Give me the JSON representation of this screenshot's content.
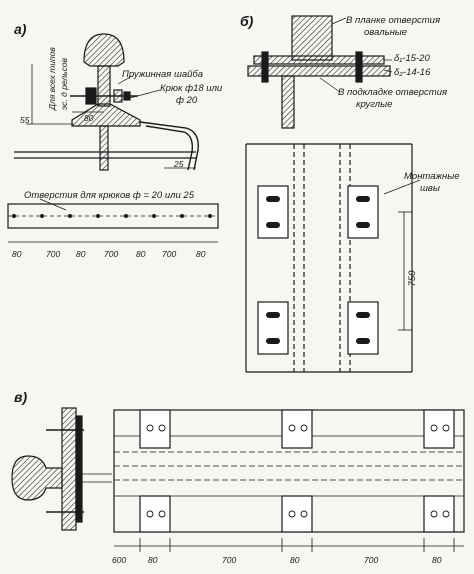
{
  "panels": {
    "a": "а)",
    "b": "б)",
    "v": "в)"
  },
  "panel_a": {
    "weight_label_line1": "Для всех типов",
    "weight_label_line2": "эс. д рельсов",
    "spring_washer": "Пружинная шайба",
    "hook_line1": "Крюк ф18 или",
    "hook_line2": "ф 20",
    "dim_55": "55",
    "dim_80": "80",
    "dim_25": "25",
    "holes_note": "Отверстия для крюков ф = 20 или 25",
    "spacing": [
      "80",
      "700",
      "80",
      "700",
      "80",
      "700",
      "80"
    ]
  },
  "panel_b": {
    "plate_holes_line1": "В планке отверстия",
    "plate_holes_line2": "овальные",
    "delta1": "δ₁-15-20",
    "delta2": "δ₂-14-16",
    "pad_holes_line1": "В подкладке отверстия",
    "pad_holes_line2": "круглые",
    "welds_line1": "Монтажные",
    "welds_line2": "швы",
    "dim_750": "~750"
  },
  "panel_v": {
    "spacing": [
      "600",
      "80",
      "700",
      "80",
      "700",
      "80"
    ]
  }
}
